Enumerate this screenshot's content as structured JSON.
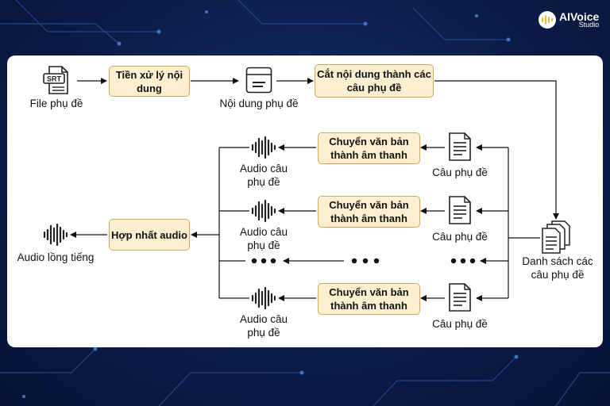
{
  "brand": {
    "name": "AIVoice",
    "sub": "Studio",
    "accent": "#f2b632",
    "background": "#0c1d4a"
  },
  "steps": {
    "preprocess": "Tiền xử lý nội dung",
    "split": "Cắt nội dung thành các câu phụ đề",
    "tts_1": "Chuyển văn bản thành âm thanh",
    "tts_2": "Chuyển văn bản thành âm thanh",
    "tts_3": "Chuyển văn bản thành âm thanh",
    "merge": "Hợp nhất audio"
  },
  "labels": {
    "file": "File phụ đề",
    "content": "Nội dung phụ đề",
    "list": "Danh sách các câu phụ đề",
    "sentence_1": "Câu phụ đề",
    "sentence_2": "Câu phụ đề",
    "sentence_3": "Câu phụ đề",
    "audio_1": "Audio câu phụ đề",
    "audio_2": "Audio câu phụ đề",
    "audio_3": "Audio câu phụ đề",
    "dubbed": "Audio lồng tiếng"
  },
  "icons": {
    "file_icon": "srt-file-icon",
    "file_icon_text": "SRT",
    "content_icon": "text-document-icon",
    "list_icon": "stacked-documents-icon",
    "sentence_icon": "document-icon",
    "audio_icon": "waveform-icon",
    "ellipsis": "ellipsis-icon"
  },
  "colors": {
    "step_fill": "#fdefcf",
    "step_border": "#d8a55a",
    "arrow": "#111111"
  }
}
